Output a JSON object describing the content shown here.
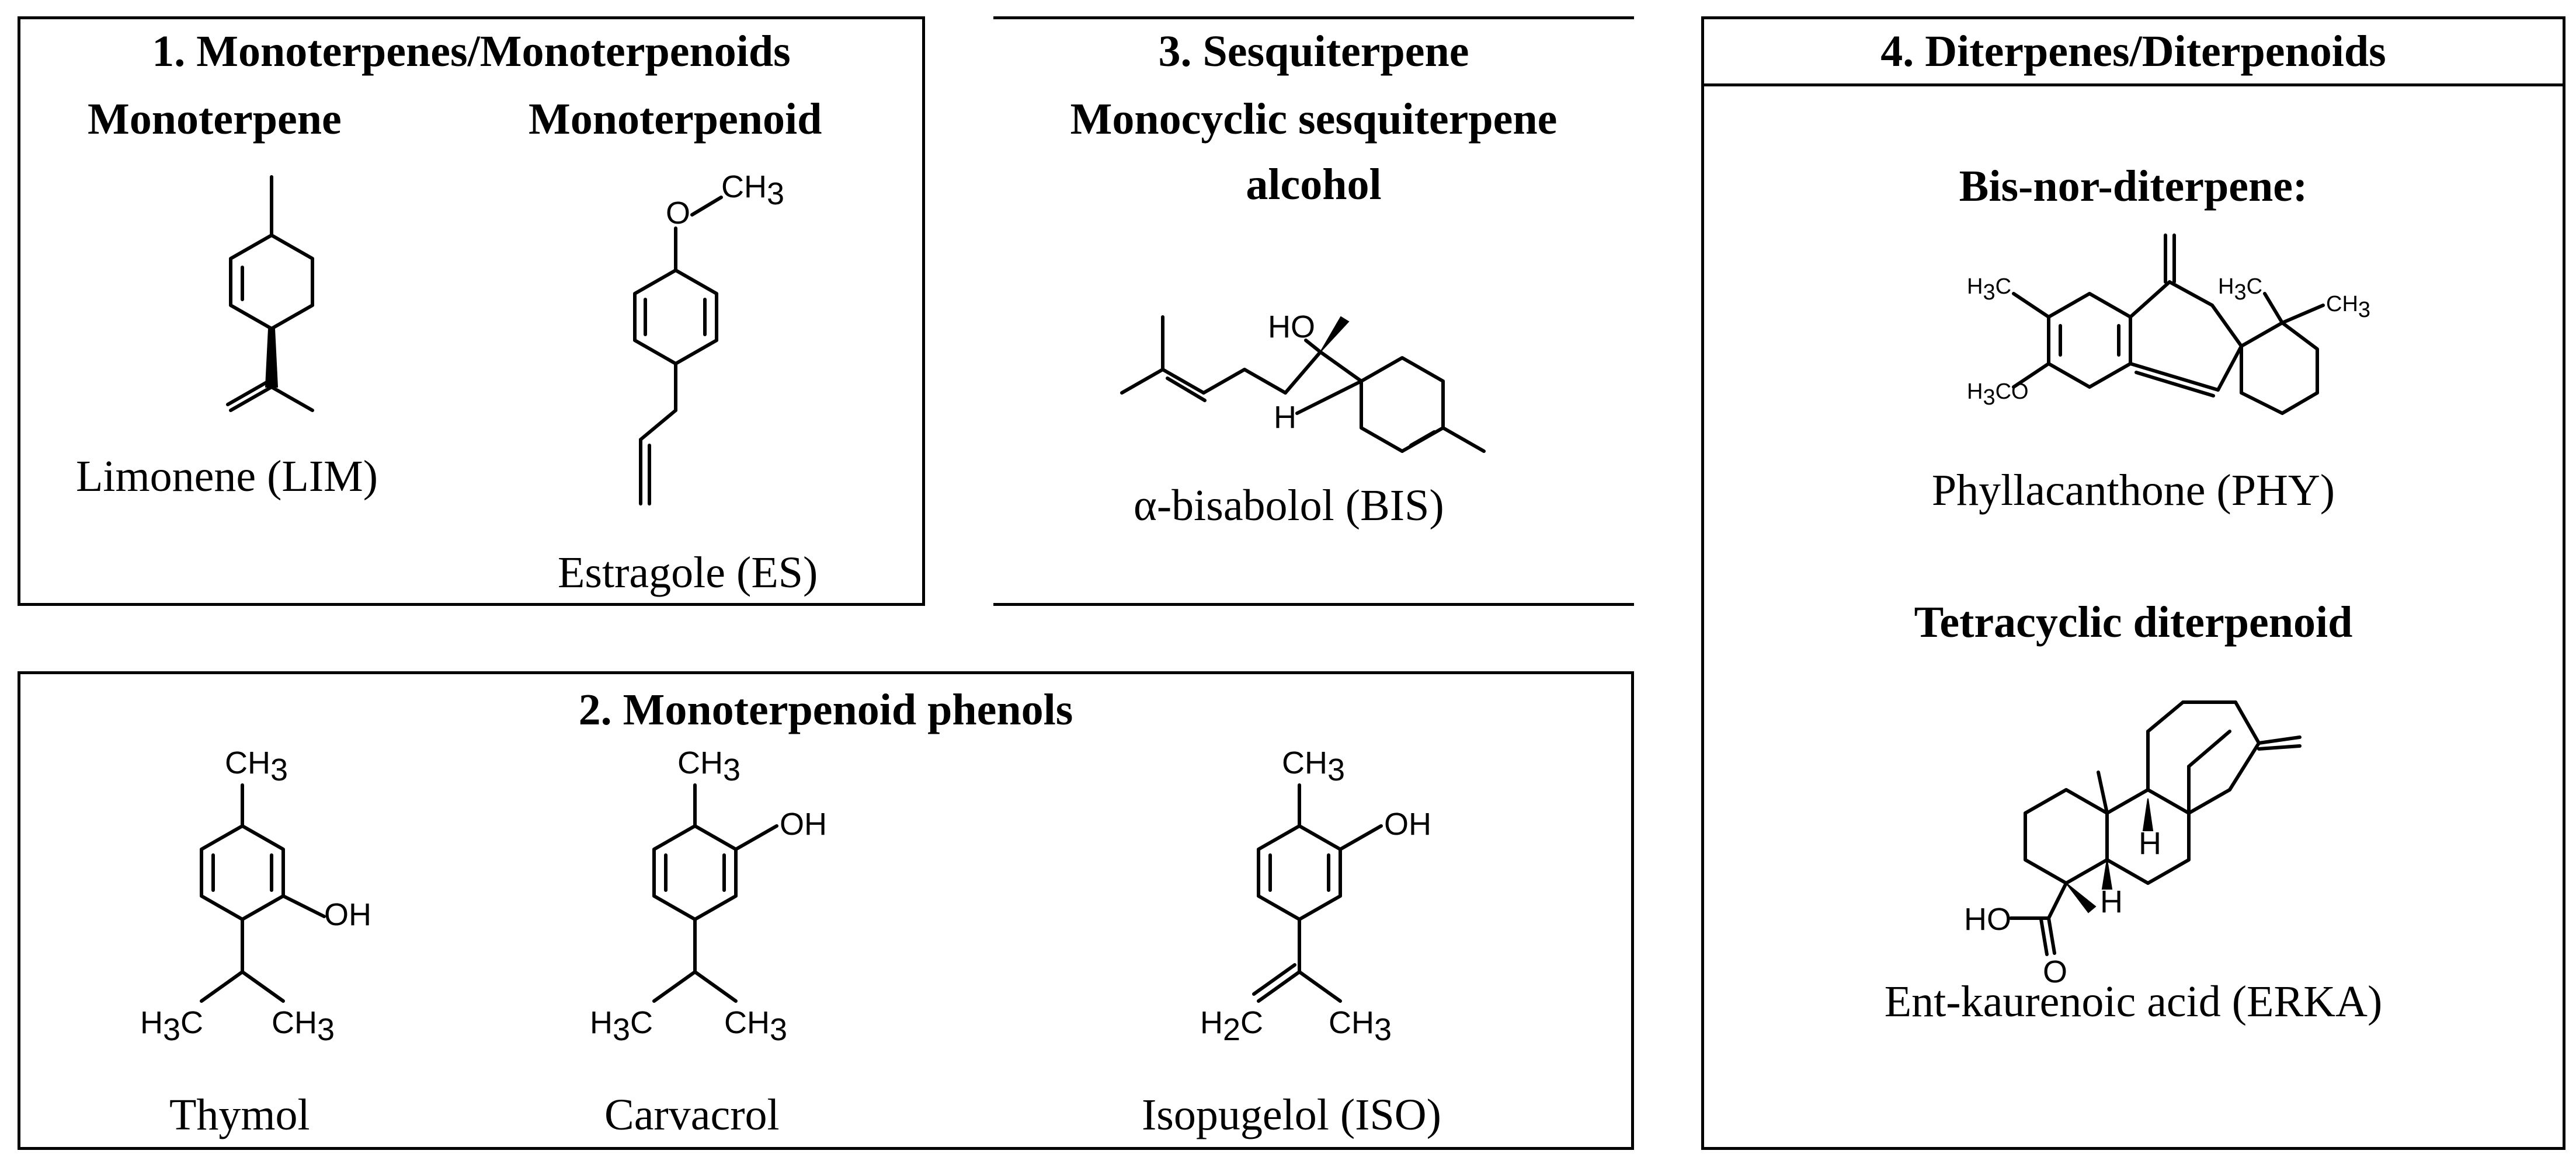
{
  "panel_monoterpenes": {
    "title": "1. Monoterpenes/Monoterpenoids",
    "sub_monoterpene": "Monoterpene",
    "sub_monoterpenoid": "Monoterpenoid",
    "limonene": "Limonene (LIM)",
    "estragole": "Estragole (ES)"
  },
  "panel_phenols": {
    "title": "2. Monoterpenoid phenols",
    "thymol": "Thymol",
    "carvacrol": "Carvacrol",
    "isopugelol": "Isopugelol (ISO)"
  },
  "panel_sesquiterpene": {
    "title": "3. Sesquiterpene",
    "subtitle_line1": "Monocyclic sesquiterpene",
    "subtitle_line2": "alcohol",
    "bisabolol": "α-bisabolol (BIS)"
  },
  "panel_diterpenes": {
    "title": "4. Diterpenes/Diterpenoids",
    "sub_bisnor": "Bis-nor-diterpene:",
    "phyllacanthone": "Phyllacanthone (PHY)",
    "sub_tetracyclic": "Tetracyclic diterpenoid",
    "kaurenoic": "Ent-kaurenoic acid (ERKA)"
  },
  "atoms": {
    "ch3": "CH",
    "three": "3",
    "two": "2",
    "h3c": "H",
    "c": "C",
    "oh": "OH",
    "ho": "HO",
    "h": "H",
    "o": "O",
    "h3co_h": "H",
    "h3co_co": "CO"
  }
}
